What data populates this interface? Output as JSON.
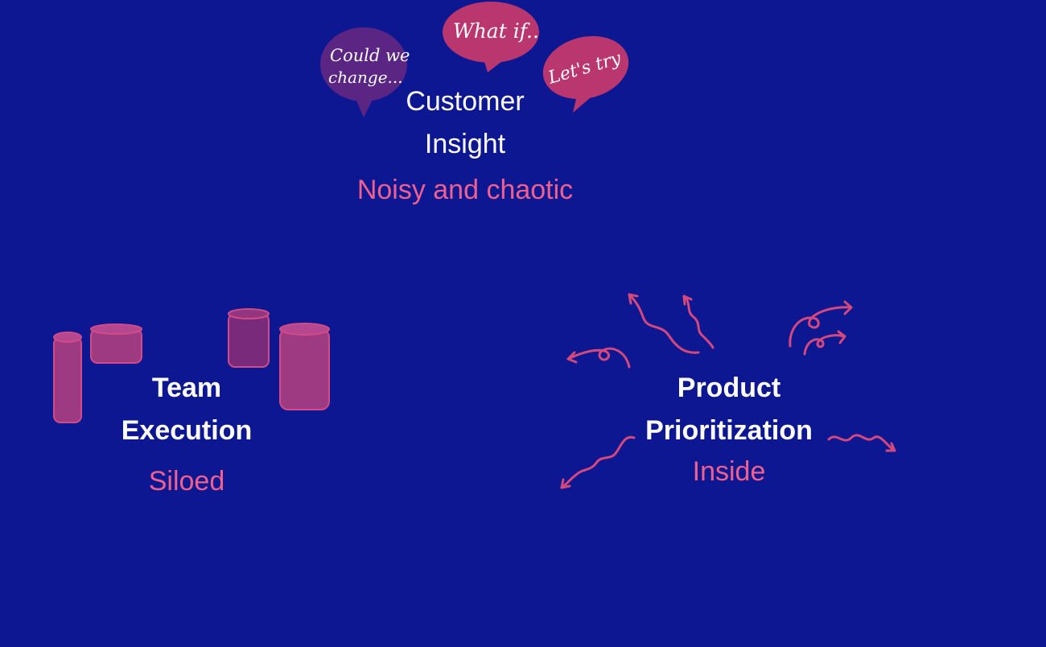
{
  "nodes": {
    "customer": {
      "title_lines": [
        "Customer",
        "Insight"
      ],
      "state": "Noisy and chaotic"
    },
    "team": {
      "title_lines": [
        "Team",
        "Execution"
      ],
      "state": "Siloed"
    },
    "product": {
      "title_lines": [
        "Product",
        "Prioritization"
      ],
      "state": "Inside"
    }
  },
  "speech_bubbles": {
    "bubble_1": [
      "Could we",
      "change..."
    ],
    "bubble_2": [
      "What if.."
    ],
    "bubble_3": [
      "Let's try"
    ]
  },
  "colors": {
    "background": "#0c1791",
    "title_text": "#ffffff",
    "state_text": "#f0608f",
    "bubble_purple": "#5a2583",
    "bubble_pink": "#b9366e",
    "arrow": "#d5487d",
    "cylinder": "#9d3a82"
  }
}
